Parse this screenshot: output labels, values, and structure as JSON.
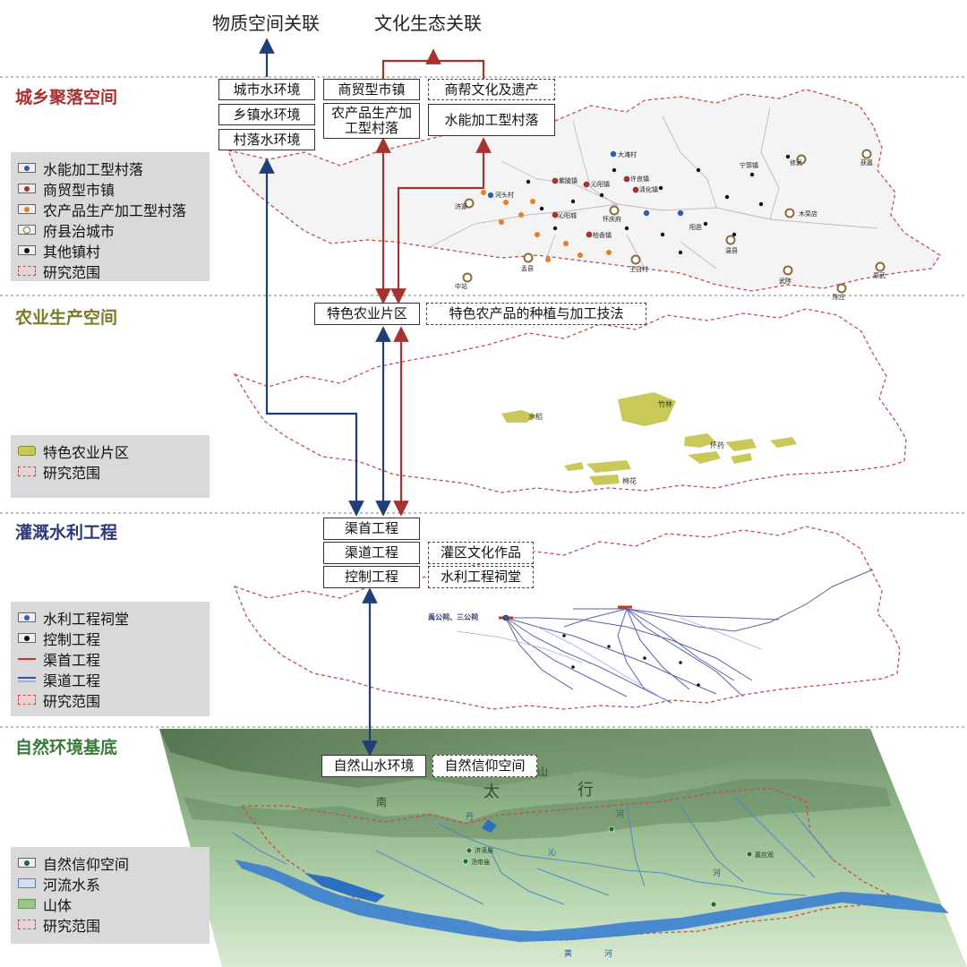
{
  "top_labels": {
    "physical": "物质空间关联",
    "cultural": "文化生态关联"
  },
  "layers": {
    "settlement": {
      "title": "城乡聚落空间",
      "title_color": "#a83232",
      "boxes": {
        "city_water": "城市水环境",
        "town_water": "乡镇水环境",
        "village_water": "村落水环境",
        "trade_town": "商贸型市镇",
        "merchant_culture": "商帮文化及遗产",
        "agri_village_line1": "农产品生产加",
        "agri_village_line2": "工型村落",
        "water_power_village": "水能加工型村落"
      },
      "legend": [
        {
          "label": "水能加工型村落",
          "icon": "blue-dot-icon",
          "color": "#2f5fa8"
        },
        {
          "label": "商贸型市镇",
          "icon": "red-dot-icon",
          "color": "#a8322d"
        },
        {
          "label": "农产品生产加工型村落",
          "icon": "orange-dot-icon",
          "color": "#e0802a"
        },
        {
          "label": "府县治城市",
          "icon": "ring-icon",
          "color": "#8a6a3a"
        },
        {
          "label": "其他镇村",
          "icon": "black-dot-icon",
          "color": "#111111"
        },
        {
          "label": "研究范围",
          "icon": "dashed-boundary-icon",
          "color": "#c0504d"
        }
      ]
    },
    "agriculture": {
      "title": "农业生产空间",
      "title_color": "#7a7a2a",
      "boxes": {
        "agri_zone": "特色农业片区",
        "crop_techniques": "特色农产品的种植与加工技法"
      },
      "legend": [
        {
          "label": "特色农业片区",
          "icon": "agri-zone-icon",
          "color": "#c9c95a"
        },
        {
          "label": "研究范围",
          "icon": "dashed-boundary-icon",
          "color": "#c0504d"
        }
      ]
    },
    "irrigation": {
      "title": "灌溉水利工程",
      "title_color": "#2b3a7a",
      "boxes": {
        "headworks": "渠首工程",
        "channel": "渠道工程",
        "control": "控制工程",
        "irrigation_culture": "灌区文化作品",
        "water_temple": "水利工程祠堂"
      },
      "legend": [
        {
          "label": "水利工程祠堂",
          "icon": "blue-dot-icon",
          "color": "#2f5fa8"
        },
        {
          "label": "控制工程",
          "icon": "black-dot-icon",
          "color": "#111111"
        },
        {
          "label": "渠首工程",
          "icon": "red-line-icon",
          "color": "#c0392b"
        },
        {
          "label": "渠道工程",
          "icon": "blue-line-icon",
          "color": "#3b4f9c"
        },
        {
          "label": "研究范围",
          "icon": "dashed-boundary-icon",
          "color": "#c0504d"
        }
      ]
    },
    "nature": {
      "title": "自然环境基底",
      "title_color": "#3a7a3a",
      "boxes": {
        "natural_landscape": "自然山水环境",
        "natural_belief": "自然信仰空间"
      },
      "legend": [
        {
          "label": "自然信仰空间",
          "icon": "green-dot-icon",
          "color": "#1f6a3a"
        },
        {
          "label": "河流水系",
          "icon": "river-icon",
          "color": "#5b7fbf"
        },
        {
          "label": "山体",
          "icon": "mountain-icon",
          "color": "#6a9a5c"
        },
        {
          "label": "研究范围",
          "icon": "dashed-boundary-icon",
          "color": "#c0504d"
        }
      ]
    }
  },
  "map_labels": {
    "settlement": [
      "大滩村",
      "河头村",
      "紫陵镇",
      "沁阳镇",
      "沁阳城",
      "许良镇",
      "清化镇",
      "柏香镇",
      "木栾店",
      "温县",
      "武陟",
      "孟县",
      "济源",
      "修武",
      "怀庆府",
      "王召村",
      "阳邑",
      "宁郭镇",
      "获嘉",
      "原武",
      "中站",
      "陈庄"
    ],
    "agriculture": [
      "水稻",
      "竹林",
      "怀药",
      "棉花"
    ],
    "irrigation": [
      "禹公祠、三公祠"
    ],
    "nature_mountains": [
      "南",
      "太",
      "行",
      "山"
    ],
    "nature_rivers": [
      "沁",
      "河",
      "河",
      "丹",
      "黄",
      "河"
    ],
    "nature_sites": [
      "济渎庙",
      "汤帝庙",
      "嘉应观"
    ]
  }
}
